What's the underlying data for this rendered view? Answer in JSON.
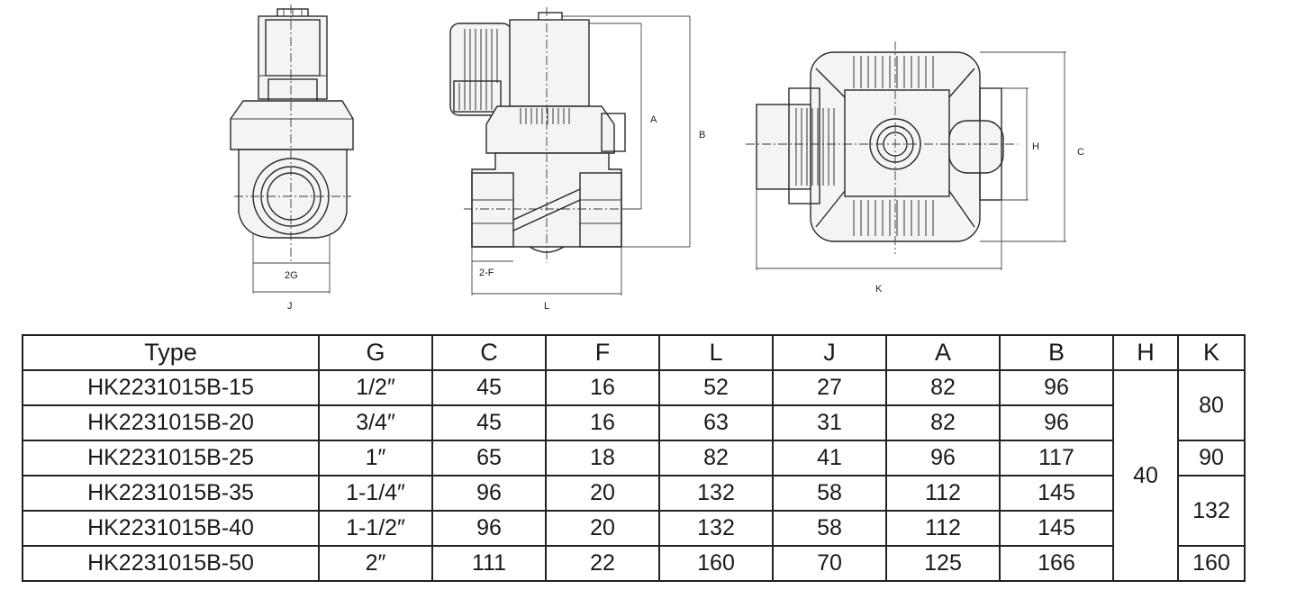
{
  "drawing": {
    "labels": {
      "front_g": "2G",
      "front_j": "J",
      "side_f": "2-F",
      "side_l": "L",
      "side_a": "A",
      "side_b": "B",
      "top_h": "H",
      "top_c": "C",
      "top_k": "K"
    }
  },
  "table": {
    "headers": [
      "Type",
      "G",
      "C",
      "F",
      "L",
      "J",
      "A",
      "B",
      "H",
      "K"
    ],
    "rows": [
      {
        "type": "HK2231015B-15",
        "g": "1/2″",
        "c": "45",
        "f": "16",
        "l": "52",
        "j": "27",
        "a": "82",
        "b": "96"
      },
      {
        "type": "HK2231015B-20",
        "g": "3/4″",
        "c": "45",
        "f": "16",
        "l": "63",
        "j": "31",
        "a": "82",
        "b": "96"
      },
      {
        "type": "HK2231015B-25",
        "g": "1″",
        "c": "65",
        "f": "18",
        "l": "82",
        "j": "41",
        "a": "96",
        "b": "117"
      },
      {
        "type": "HK2231015B-35",
        "g": "1-1/4″",
        "c": "96",
        "f": "20",
        "l": "132",
        "j": "58",
        "a": "112",
        "b": "145"
      },
      {
        "type": "HK2231015B-40",
        "g": "1-1/2″",
        "c": "96",
        "f": "20",
        "l": "132",
        "j": "58",
        "a": "112",
        "b": "145"
      },
      {
        "type": "HK2231015B-50",
        "g": "2″",
        "c": "111",
        "f": "22",
        "l": "160",
        "j": "70",
        "a": "125",
        "b": "166"
      }
    ],
    "h_value": "40",
    "k_values": [
      "80",
      "90",
      "132",
      "160"
    ]
  }
}
